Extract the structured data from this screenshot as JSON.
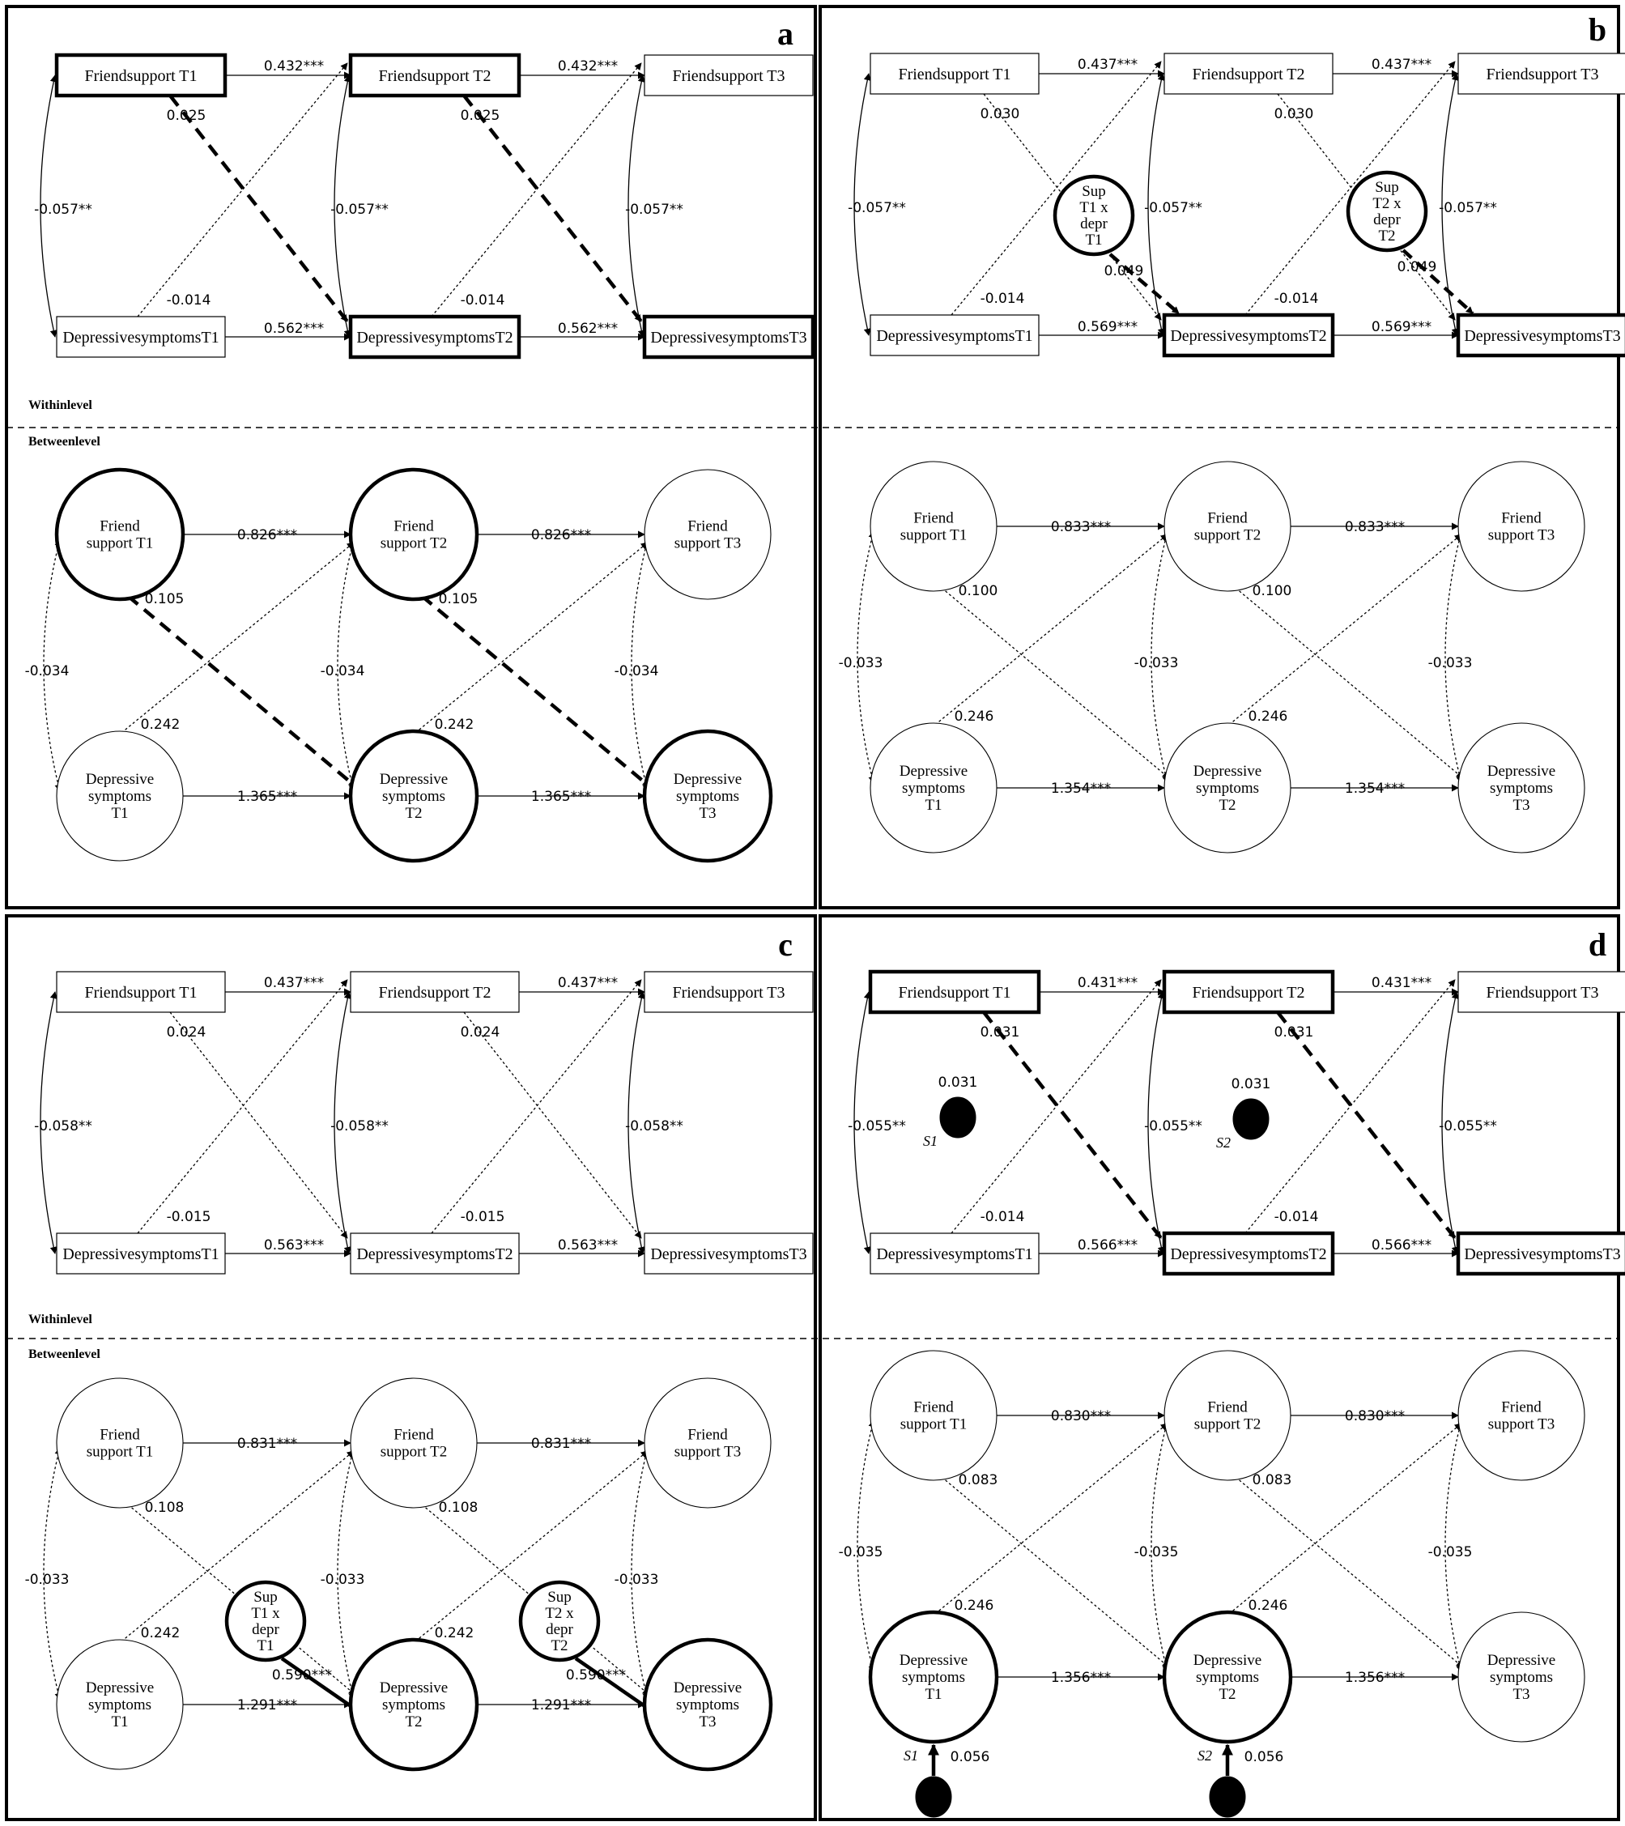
{
  "labels": {
    "within_level": "Withinlevel",
    "between_level": "Betweenlevel",
    "fs1_box": "Friendsupport T1",
    "fs2_box": "Friendsupport T2",
    "fs3_box": "Friendsupport T3",
    "dep1_box": "DepressivesymptomsT1",
    "dep2_box": "DepressivesymptomsT2",
    "dep3_box": "DepressivesymptomsT3",
    "fs1_circle": [
      "Friend",
      "support T1"
    ],
    "fs2_circle": [
      "Friend",
      "support T2"
    ],
    "fs3_circle": [
      "Friend",
      "support T3"
    ],
    "dep1_circle": [
      "Depressive",
      "symptoms",
      "T1"
    ],
    "dep2_circle": [
      "Depressive",
      "symptoms",
      "T2"
    ],
    "dep3_circle": [
      "Depressive",
      "symptoms",
      "T3"
    ],
    "mod1": [
      "Sup",
      "T1 x",
      "depr",
      "T1"
    ],
    "mod2": [
      "Sup",
      "T2 x",
      "depr",
      "T2"
    ],
    "s1": "S1",
    "s2": "S2"
  },
  "panels": [
    {
      "id": "a",
      "letter": "a",
      "within": {
        "ar_fs": "0.432***",
        "ar_dep": "0.562***",
        "cross_fs_dep": "0.025",
        "cross_dep_fs": "-0.014",
        "cov": "-0.057**",
        "bold_nodes": [
          "fs1",
          "fs2",
          "dep2",
          "dep3"
        ],
        "bold_cross": true
      },
      "between": {
        "ar_fs": "0.826***",
        "ar_dep": "1.365***",
        "cross_fs_dep": "0.105",
        "cross_dep_fs": "0.242",
        "cov": "-0.034",
        "bold_nodes": [
          "fs1",
          "fs2",
          "dep2",
          "dep3"
        ],
        "bold_cross": true
      }
    },
    {
      "id": "b",
      "letter": "b",
      "within": {
        "ar_fs": "0.437***",
        "ar_dep": "0.569***",
        "cross_fs_dep": "0.030",
        "cross_dep_fs": "-0.014",
        "cov": "-0.057**",
        "bold_nodes": [
          "dep2",
          "dep3"
        ],
        "moderator": "0.049"
      },
      "between": {
        "ar_fs": "0.833***",
        "ar_dep": "1.354***",
        "cross_fs_dep": "0.100",
        "cross_dep_fs": "0.246",
        "cov": "-0.033"
      }
    },
    {
      "id": "c",
      "letter": "c",
      "within": {
        "ar_fs": "0.437***",
        "ar_dep": "0.563***",
        "cross_fs_dep": "0.024",
        "cross_dep_fs": "-0.015",
        "cov": "-0.058**"
      },
      "between": {
        "ar_fs": "0.831***",
        "ar_dep": "1.291***",
        "cross_fs_dep": "0.108",
        "cross_dep_fs": "0.242",
        "cov": "-0.033",
        "bold_nodes": [
          "dep2",
          "dep3"
        ],
        "moderator": "0.590***"
      }
    },
    {
      "id": "d",
      "letter": "d",
      "within": {
        "ar_fs": "0.431***",
        "ar_dep": "0.566***",
        "cross_fs_dep": "0.031",
        "cross_dep_fs": "-0.014",
        "cov": "-0.055**",
        "bold_nodes": [
          "fs1",
          "fs2",
          "dep2",
          "dep3"
        ],
        "bold_cross": true,
        "random_slope": true
      },
      "between": {
        "ar_fs": "0.830***",
        "ar_dep": "1.356***",
        "cross_fs_dep": "0.083",
        "cross_dep_fs": "0.246",
        "cov": "-0.035",
        "bold_nodes": [
          "dep1",
          "dep2"
        ],
        "slope_effect": "0.056"
      }
    }
  ]
}
